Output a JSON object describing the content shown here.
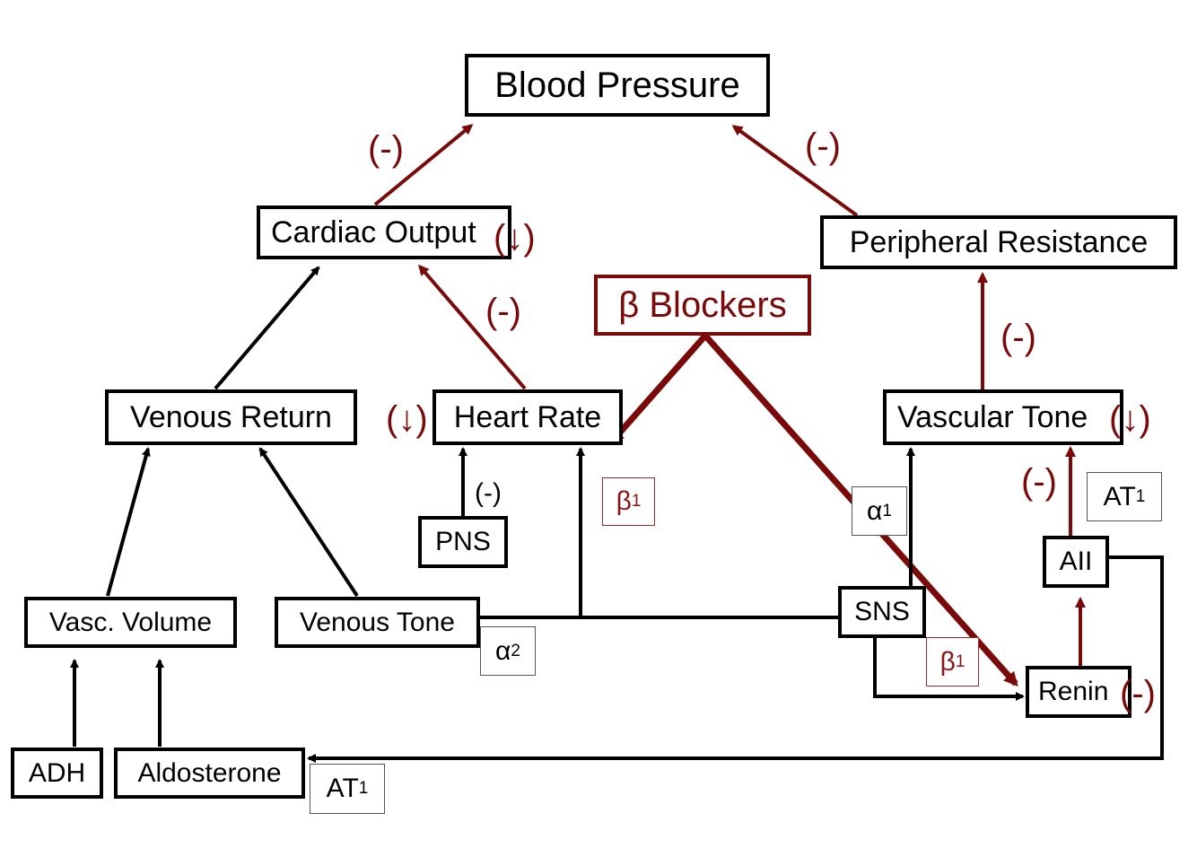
{
  "diagram": {
    "title": "Beta blocker mechanism on blood pressure regulation",
    "colors": {
      "drug": "#7a0a0a",
      "normal": "#000000"
    },
    "nodes": {
      "blood_pressure": "Blood Pressure",
      "cardiac_output": "Cardiac Output",
      "peripheral_resistance": "Peripheral Resistance",
      "beta_blockers": "β Blockers",
      "venous_return": "Venous Return",
      "heart_rate": "Heart Rate",
      "vascular_tone": "Vascular Tone",
      "pns": "PNS",
      "all": "AII",
      "vasc_volume": "Vasc. Volume",
      "venous_tone": "Venous Tone",
      "sns": "SNS",
      "renin": "Renin",
      "adh": "ADH",
      "aldosterone": "Aldosterone"
    },
    "receptors": {
      "beta1_hr": {
        "base": "β",
        "sub": "1"
      },
      "alpha1": {
        "base": "α",
        "sub": "1"
      },
      "at1_vt": {
        "base": "AT",
        "sub": "1"
      },
      "alpha2": {
        "base": "α",
        "sub": "2"
      },
      "beta1_renin": {
        "base": "β",
        "sub": "1"
      },
      "at1_aldo": {
        "base": "AT",
        "sub": "1"
      }
    },
    "effect_labels": {
      "co_to_bp": "(-)",
      "pr_to_bp": "(-)",
      "co_decrease": "(↓)",
      "hr_to_co": "(-)",
      "vt_to_pr": "(-)",
      "hr_decrease": "(↓)",
      "vt_decrease": "(↓)",
      "pns_to_hr": "(-)",
      "all_to_vt": "(-)",
      "renin_effect": "(-)"
    }
  }
}
